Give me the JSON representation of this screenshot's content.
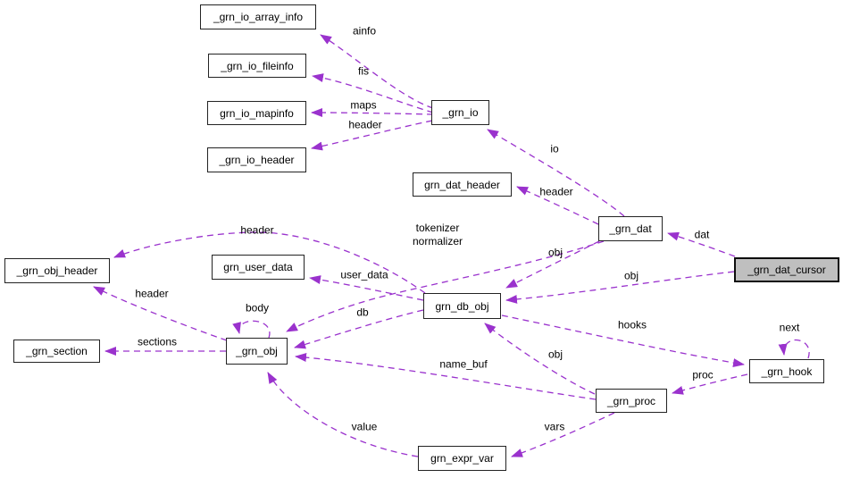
{
  "nodes": {
    "io_array_info": "_grn_io_array_info",
    "io_fileinfo": "_grn_io_fileinfo",
    "io_mapinfo": "grn_io_mapinfo",
    "io_header": "_grn_io_header",
    "grn_io": "_grn_io",
    "dat_header": "grn_dat_header",
    "grn_dat": "_grn_dat",
    "dat_cursor": "_grn_dat_cursor",
    "obj_header": "_grn_obj_header",
    "user_data": "grn_user_data",
    "db_obj": "grn_db_obj",
    "grn_obj": "_grn_obj",
    "grn_section": "_grn_section",
    "grn_hook": "_grn_hook",
    "grn_proc": "_grn_proc",
    "expr_var": "grn_expr_var"
  },
  "edge_labels": {
    "ainfo": "ainfo",
    "fis": "fis",
    "maps": "maps",
    "header_io": "header",
    "io": "io",
    "header_dat": "header",
    "dat": "dat",
    "tokenizer_normalizer": "tokenizer\nnormalizer",
    "header_db": "header",
    "obj_dat": "obj",
    "obj_cursor": "obj",
    "user_data": "user_data",
    "header_obj": "header",
    "body": "body",
    "db": "db",
    "hooks": "hooks",
    "next": "next",
    "sections": "sections",
    "obj_proc": "obj",
    "name_buf": "name_buf",
    "proc": "proc",
    "value": "value",
    "vars": "vars"
  },
  "colors": {
    "edge": "#9a32cd",
    "node_border": "#232323",
    "highlight_fill": "#bfbfbf",
    "text": "#000000",
    "background": "#ffffff"
  }
}
